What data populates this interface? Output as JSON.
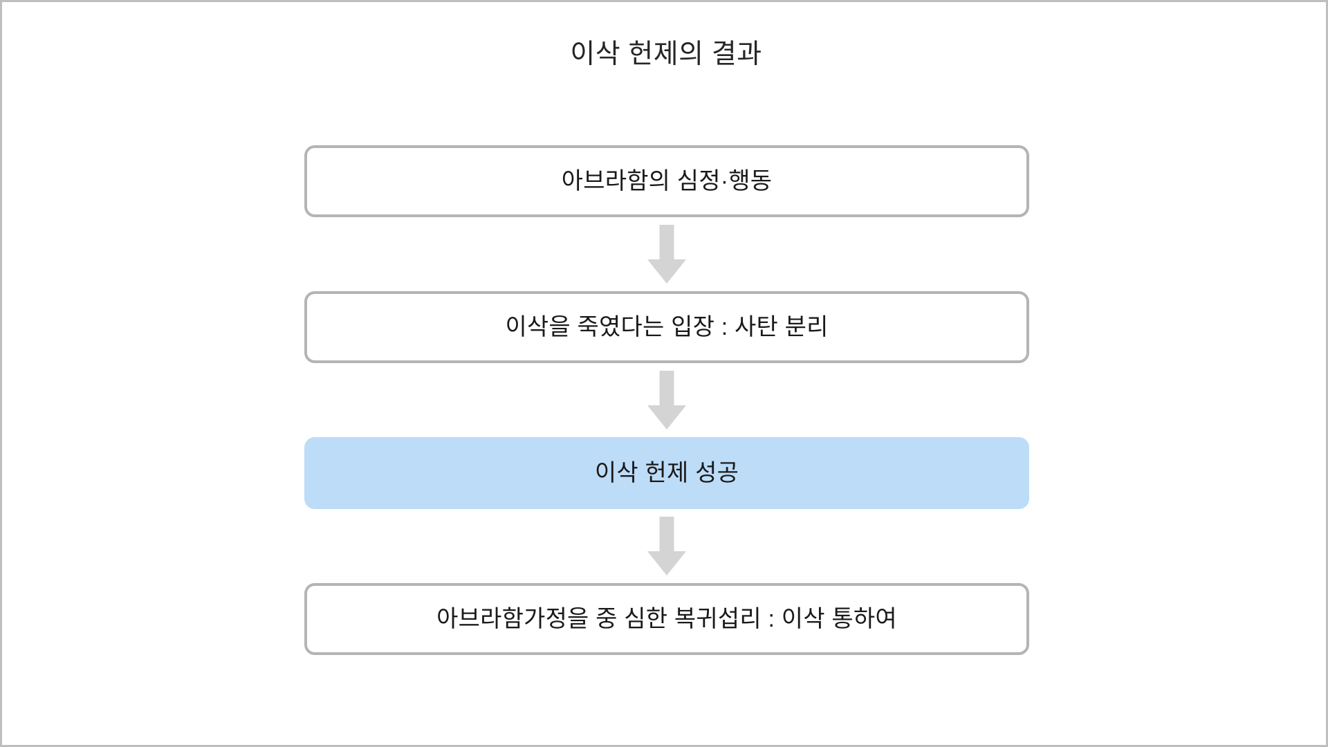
{
  "slide": {
    "title": "이삭 헌제의 결과",
    "background_color": "#ffffff",
    "frame_border_color": "#bebebe"
  },
  "theme": {
    "box_border_color": "#b4b4b4",
    "box_fill_color": "#ffffff",
    "highlight_fill_color": "#bddcf8",
    "arrow_color": "#d4d4d4",
    "title_text_color": "#262626",
    "box_text_color": "#1a1a1a"
  },
  "flow": {
    "nodes": [
      {
        "id": "node-1",
        "label": "아브라함의 심정·행동",
        "highlighted": false
      },
      {
        "id": "node-2",
        "label": "이삭을 죽였다는 입장 : 사탄 분리",
        "highlighted": false
      },
      {
        "id": "node-3",
        "label": "이삭 헌제 성공",
        "highlighted": true
      },
      {
        "id": "node-4",
        "label": "아브라함가정을 중 심한 복귀섭리 : 이삭 통하여",
        "highlighted": false
      }
    ],
    "connectors": [
      {
        "id": "arrow-1",
        "icon": "arrow-down-icon",
        "from": "node-1",
        "to": "node-2"
      },
      {
        "id": "arrow-2",
        "icon": "arrow-down-icon",
        "from": "node-2",
        "to": "node-3"
      },
      {
        "id": "arrow-3",
        "icon": "arrow-down-icon",
        "from": "node-3",
        "to": "node-4"
      }
    ]
  }
}
